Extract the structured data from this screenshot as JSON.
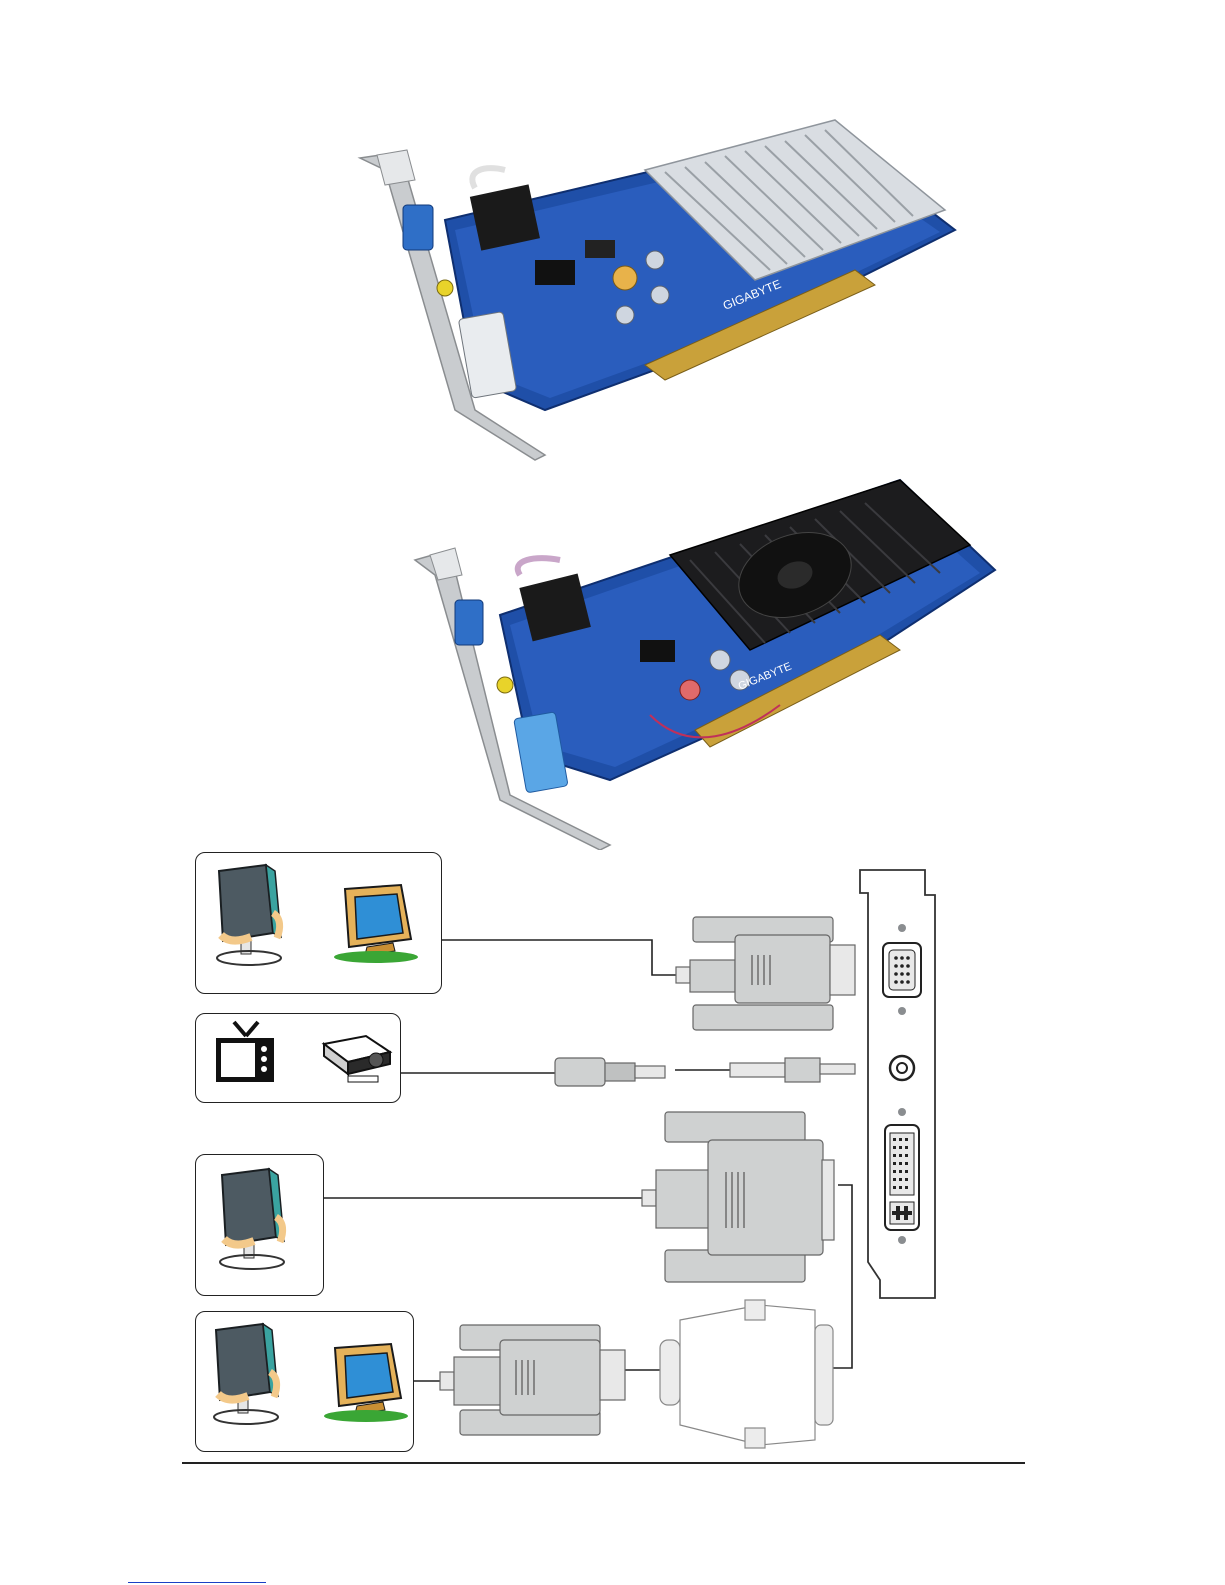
{
  "figures": {
    "card_top": {
      "icon": "graphics-card-passive-heatsink-photo",
      "brand": "GIGABYTE"
    },
    "card_bottom": {
      "icon": "graphics-card-fan-cooler-photo",
      "brand": "GIGABYTE"
    }
  },
  "diagram": {
    "devices": [
      {
        "id": "vga-displays",
        "icons": [
          "lcd-monitor-icon",
          "crt-monitor-icon"
        ]
      },
      {
        "id": "tv-out-devices",
        "icons": [
          "television-icon",
          "projector-icon"
        ]
      },
      {
        "id": "dvi-display",
        "icons": [
          "lcd-monitor-icon"
        ]
      },
      {
        "id": "dvi-to-vga-displays",
        "icons": [
          "lcd-monitor-icon",
          "crt-monitor-icon"
        ]
      }
    ],
    "bracket_ports": [
      "d-sub-port-icon",
      "tv-out-port-icon",
      "dvi-i-port-icon"
    ]
  },
  "colors": {
    "pcb_blue": "#1f4fa8",
    "heatsink_silver": "#d9dde2",
    "heatsink_black": "#1c1c1e",
    "connector_gray": "#cfd1d1",
    "monitor_teal": "#3aa3a0",
    "crt_orange": "#e5b25a",
    "base_green": "#3aa635"
  }
}
